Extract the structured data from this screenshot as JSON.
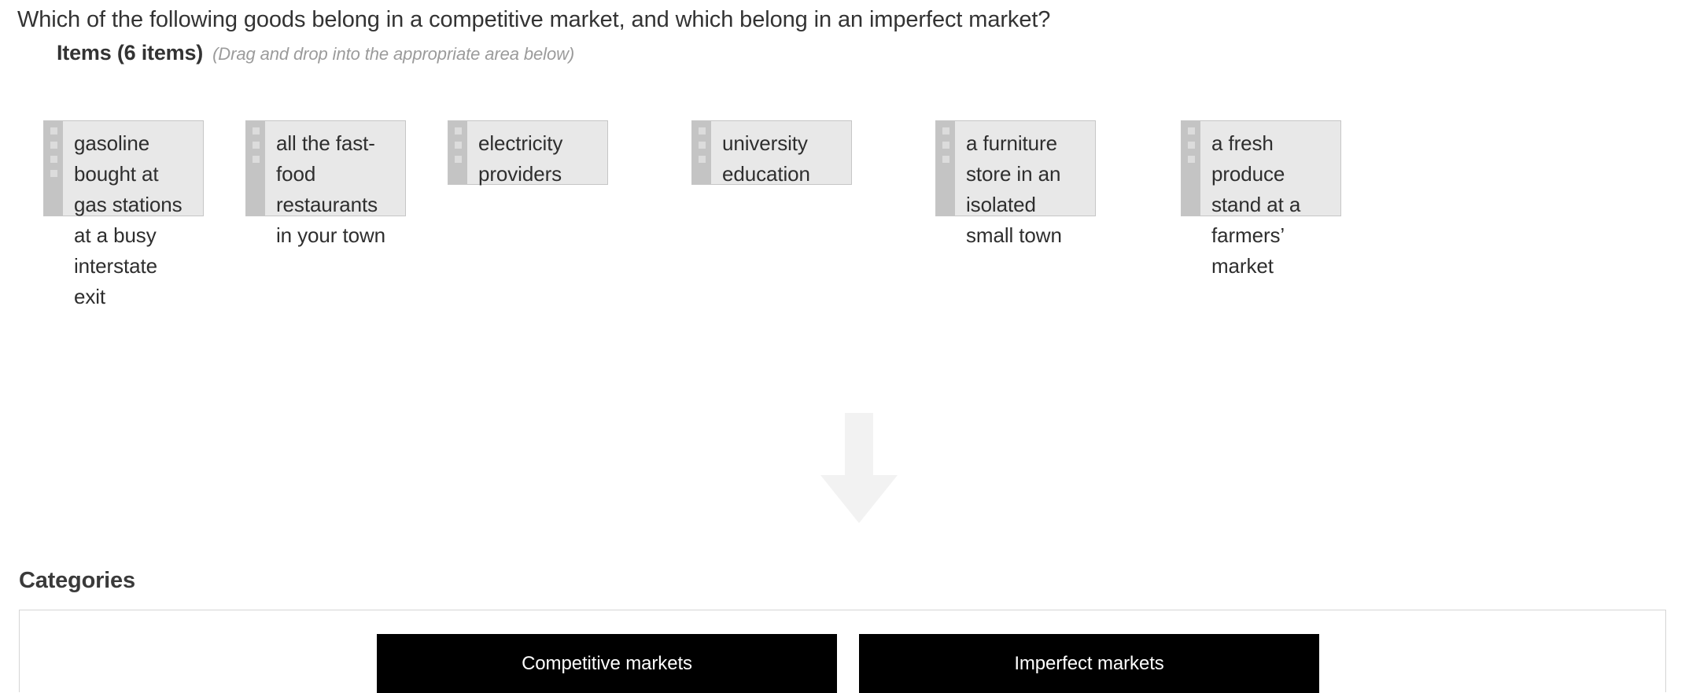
{
  "question": {
    "prompt": "Which of the following goods belong in a competitive market, and which belong in an imperfect market?"
  },
  "items_section": {
    "title": "Items (6 items)",
    "hint": "(Drag and drop into the appropriate area below)",
    "count": 6,
    "items": [
      {
        "id": "item-1",
        "label": "gasoline bought at gas stations at a busy interstate exit",
        "handle_icon": "drag-handle-icon",
        "lines": 4
      },
      {
        "id": "item-2",
        "label": "all the fast-food restaurants in your town",
        "handle_icon": "drag-handle-icon",
        "lines": 3
      },
      {
        "id": "item-3",
        "label": "electricity providers",
        "handle_icon": "drag-handle-icon",
        "lines": 2
      },
      {
        "id": "item-4",
        "label": "university education",
        "handle_icon": "drag-handle-icon",
        "lines": 2
      },
      {
        "id": "item-5",
        "label": "a furniture store in an isolated small town",
        "handle_icon": "drag-handle-icon",
        "lines": 3
      },
      {
        "id": "item-6",
        "label": "a fresh produce stand at a farmers’ market",
        "handle_icon": "drag-handle-icon",
        "lines": 3
      }
    ]
  },
  "arrow": {
    "icon": "arrow-down-icon",
    "color": "#f2f2f2"
  },
  "categories_section": {
    "title": "Categories",
    "categories": [
      {
        "id": "category-competitive",
        "label": "Competitive markets"
      },
      {
        "id": "category-imperfect",
        "label": "Imperfect markets"
      }
    ]
  },
  "colors": {
    "card_background": "#e8e8e8",
    "card_border": "#c6c6c6",
    "drag_handle": "#c4c4c4",
    "drag_dot": "#dcdcdc",
    "category_header_bg": "#000000",
    "category_header_text": "#ffffff",
    "text": "#333333",
    "hint_text": "#9b9b9b",
    "panel_border": "#d5d5d5"
  }
}
